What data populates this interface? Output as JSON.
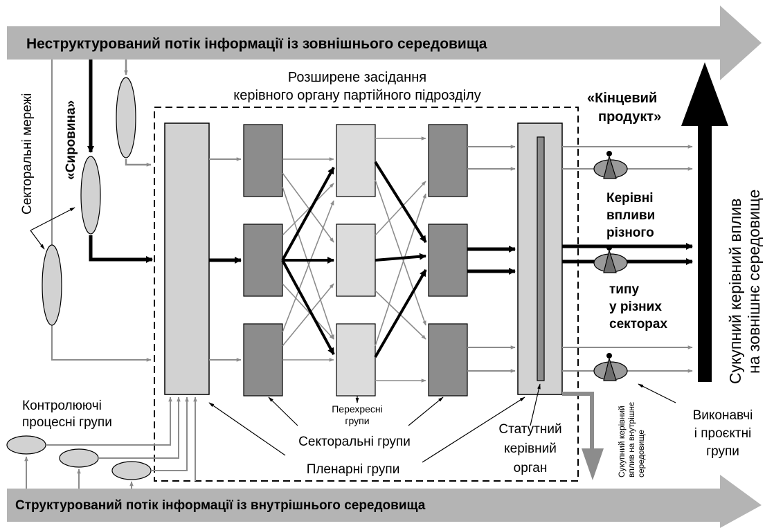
{
  "banners": {
    "top": "Неструктурований потік інформації із зовнішнього середовища",
    "bottom": "Структурований потік інформації із внутрішнього середовища"
  },
  "labels": {
    "sectoral_networks": "Секторальні мережі",
    "raw_material": "«Сировина»",
    "meeting_line1": "Розширене засідання",
    "meeting_line2": "керівного органу партійного підрозділу",
    "final_product_line1": "«Кінцевий",
    "final_product_line2": "продукт»",
    "cumulative_external_line1": "Сукупний керівний вплив",
    "cumulative_external_line2": "на зовнішнє середовище",
    "influences_line1": "Керівні",
    "influences_line2": "впливи",
    "influences_line3": "різного",
    "influences_line4": "типу",
    "influences_line5": "у різних",
    "influences_line6": "секторах",
    "control_line1": "Контролюючі",
    "control_line2": "процесні групи",
    "cross_line1": "Перехресні",
    "cross_line2": "групи",
    "sectoral_groups": "Секторальні групи",
    "plenary_groups": "Пленарні групи",
    "statutory_line1": "Статутний",
    "statutory_line2": "керівний",
    "statutory_line3": "орган",
    "cumulative_internal_line1": "Сукупний керівний",
    "cumulative_internal_line2": "вплив на внутрішнє",
    "cumulative_internal_line3": "середовище",
    "executive_line1": "Виконавчі",
    "executive_line2": "і проєктні",
    "executive_line3": "групи"
  }
}
